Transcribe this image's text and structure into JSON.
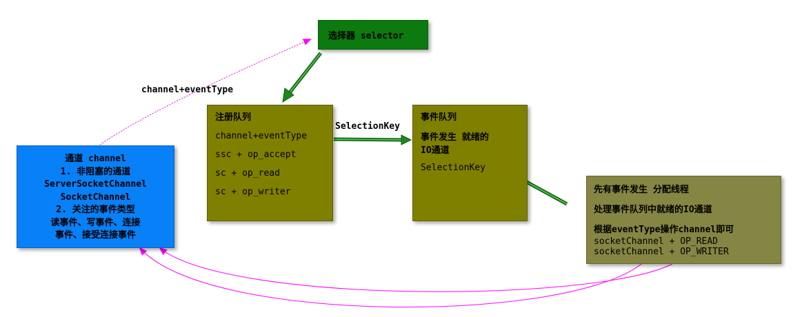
{
  "selector": {
    "label": "选择器 selector"
  },
  "register_queue": {
    "title": "注册队列",
    "items": [
      "channel+eventType",
      "ssc + op_accept",
      "sc + op_read",
      "sc + op_writer"
    ]
  },
  "event_queue": {
    "title": "事件队列",
    "line1": "事件发生 就绪的",
    "line2": "IO通道",
    "key": "SelectionKey"
  },
  "channel": {
    "lines": [
      "通道 channel",
      "1. 非阻塞的通道",
      "ServerSocketChannel",
      "SocketChannel",
      "2. 关注的事件类型",
      "读事件、写事件、连接",
      "事件、接受连接事件"
    ]
  },
  "thread": {
    "lines": [
      "先有事件发生  分配线程",
      "处理事件队列中就绪的IO通道",
      "根据eventType操作channel即可",
      "socketChannel + OP_READ",
      "socketChannel + OP_WRITER"
    ]
  },
  "labels": {
    "channel_event": "channel+eventType",
    "selection_key": "SelectionKey"
  },
  "colors": {
    "selector": "#0d7a10",
    "queue": "#808000",
    "channel": "#0880f7",
    "thread": "#858544",
    "green_arrow": "#1a8a1a",
    "magenta_line": "#ff00ff"
  }
}
